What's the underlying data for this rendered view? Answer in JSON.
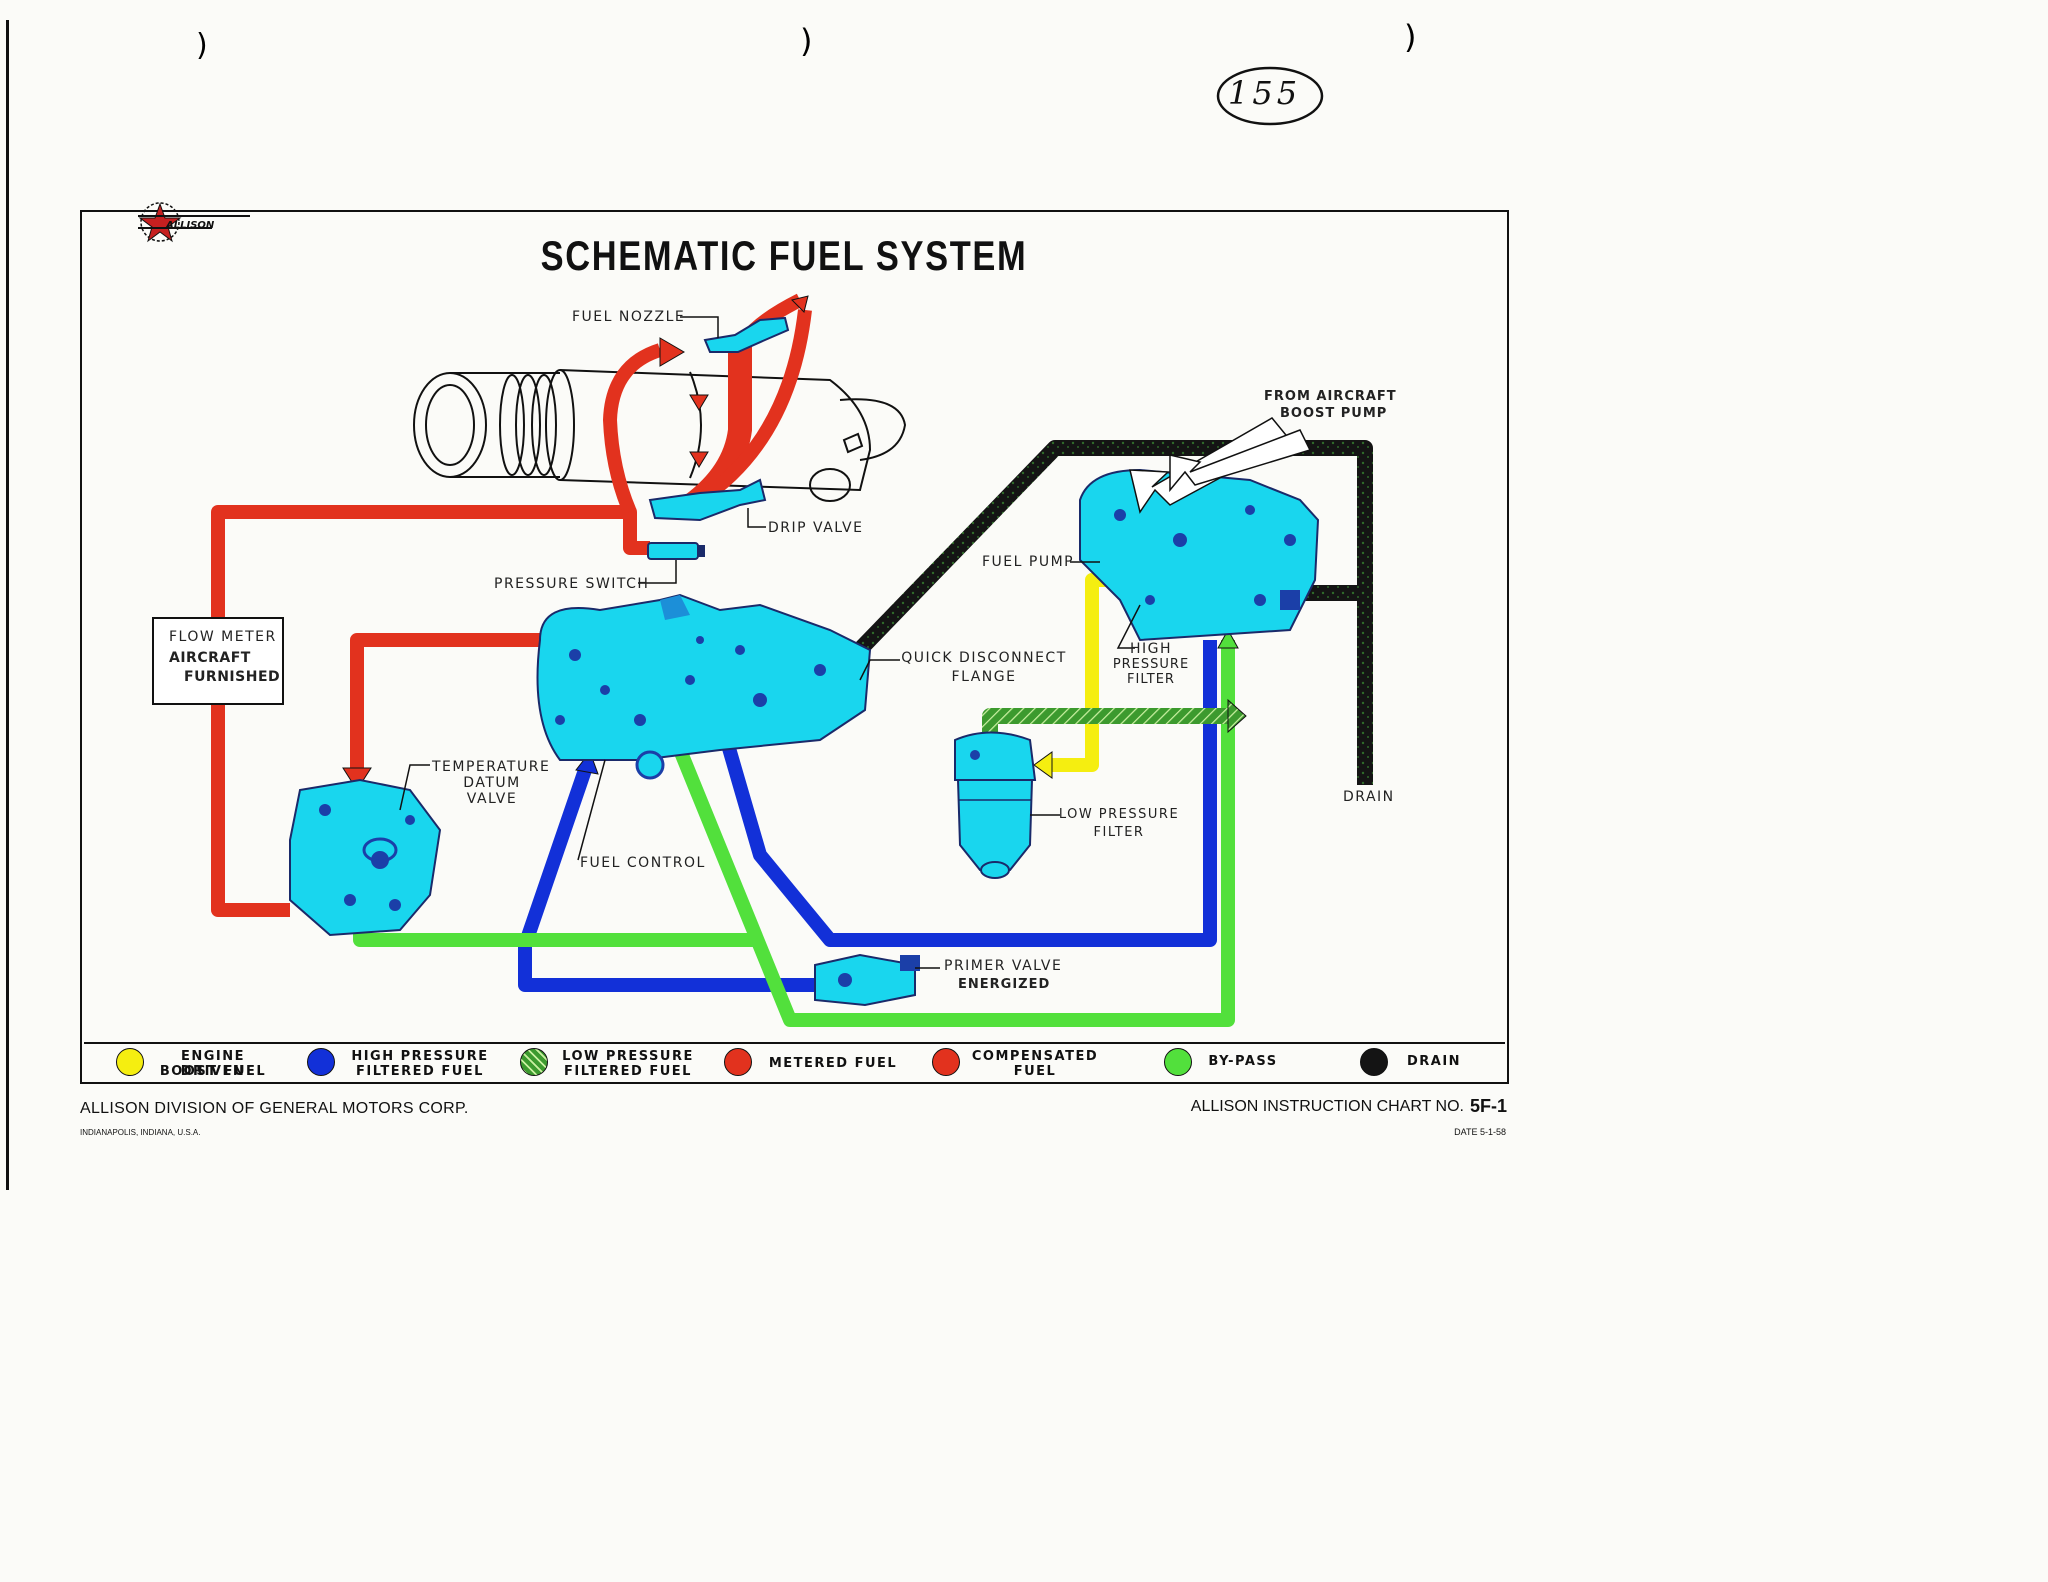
{
  "page_number": "155",
  "logo_text": "ALLISON",
  "title": "SCHEMATIC FUEL SYSTEM",
  "labels": {
    "fuel_nozzle": "FUEL NOZZLE",
    "drip_valve": "DRIP VALVE",
    "pressure_switch": "PRESSURE SWITCH",
    "flow_meter_line1": "FLOW METER",
    "flow_meter_line2": "AIRCRAFT",
    "flow_meter_line3": "FURNISHED",
    "temp_datum_line1": "TEMPERATURE",
    "temp_datum_line2": "DATUM",
    "temp_datum_line3": "VALVE",
    "fuel_control": "FUEL CONTROL",
    "quick_disconnect_line1": "QUICK DISCONNECT",
    "quick_disconnect_line2": "FLANGE",
    "fuel_pump": "FUEL PUMP",
    "from_aircraft_line1": "FROM AIRCRAFT",
    "from_aircraft_line2": "BOOST PUMP",
    "hp_filter_line1": "HIGH",
    "hp_filter_line2": "PRESSURE",
    "hp_filter_line3": "FILTER",
    "lp_filter_line1": "LOW PRESSURE",
    "lp_filter_line2": "FILTER",
    "drain": "DRAIN",
    "primer_line1": "PRIMER VALVE",
    "primer_line2": "ENERGIZED"
  },
  "colors": {
    "metered": "#e2321e",
    "high_pressure": "#1230d8",
    "boost": "#f5ee10",
    "bypass": "#52e03c",
    "drain": "#141414",
    "low_pressure": "#3c9a2e",
    "component": "#19d6ee"
  },
  "legend": [
    {
      "line1": "ENGINE DRIVEN",
      "line2": "BOOST FUEL",
      "color": "#f5ee10"
    },
    {
      "line1": "HIGH PRESSURE",
      "line2": "FILTERED FUEL",
      "color": "#1230d8"
    },
    {
      "line1": "LOW PRESSURE",
      "line2": "FILTERED FUEL",
      "color": "#3c9a2e"
    },
    {
      "line1": "METERED FUEL",
      "line2": "",
      "color": "#e2321e"
    },
    {
      "line1": "COMPENSATED",
      "line2": "FUEL",
      "color": "#e2321e"
    },
    {
      "line1": "BY-PASS",
      "line2": "",
      "color": "#52e03c"
    },
    {
      "line1": "DRAIN",
      "line2": "",
      "color": "#141414"
    }
  ],
  "footer": {
    "company": "ALLISON DIVISION OF GENERAL MOTORS CORP.",
    "location": "INDIANAPOLIS, INDIANA, U.S.A.",
    "chart_prefix": "ALLISON INSTRUCTION CHART NO.",
    "chart_no": "5F-1",
    "date": "DATE 5-1-58"
  }
}
